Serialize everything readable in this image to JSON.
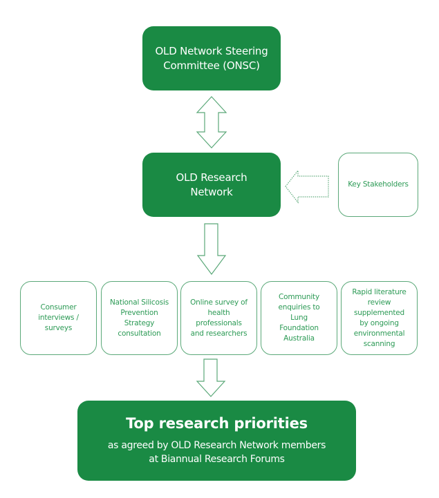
{
  "diagram": {
    "steering_committee": {
      "line1": "OLD Network Steering",
      "line2": "Committee (ONSC)"
    },
    "research_network": {
      "line1": "OLD Research",
      "line2": "Network"
    },
    "stakeholders": {
      "label": "Key Stakeholders"
    },
    "sources": [
      {
        "lines": [
          "Consumer",
          "interviews /",
          "surveys"
        ]
      },
      {
        "lines": [
          "National Silicosis",
          "Prevention",
          "Strategy",
          "consultation"
        ]
      },
      {
        "lines": [
          "Online survey of",
          "health",
          "professionals",
          "and researchers"
        ]
      },
      {
        "lines": [
          "Community",
          "enquiries to",
          "Lung",
          "Foundation",
          "Australia"
        ]
      },
      {
        "lines": [
          "Rapid literature",
          "review",
          "supplemented",
          "by ongoing",
          "environmental",
          "scanning"
        ]
      }
    ],
    "priorities": {
      "title": "Top research priorities",
      "sub_line1": "as agreed by OLD Research Network members",
      "sub_line2": "at Biannual Research Forums"
    },
    "connectors": [
      {
        "from": "steering_committee",
        "to": "research_network",
        "type": "double-arrow",
        "style": "solid-outline"
      },
      {
        "from": "stakeholders",
        "to": "research_network",
        "type": "arrow",
        "style": "dotted-outline"
      },
      {
        "from": "research_network",
        "to": "sources",
        "type": "arrow",
        "style": "solid-outline"
      },
      {
        "from": "sources",
        "to": "priorities",
        "type": "arrow",
        "style": "solid-outline"
      }
    ],
    "colors": {
      "primary_green": "#1a8a44",
      "outline_green": "#5aa878",
      "text_green": "#2c9a55"
    }
  }
}
